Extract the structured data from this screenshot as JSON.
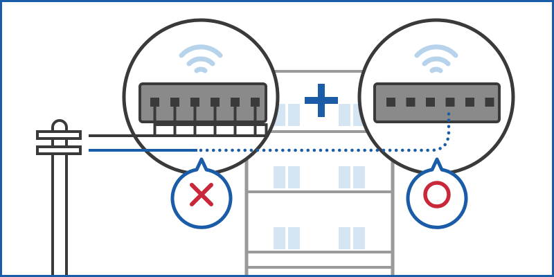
{
  "diagram": {
    "left_verdict_symbol": "✕",
    "right_verdict_symbol": "○",
    "plus_symbol": "+",
    "left_port_count": 6,
    "right_port_count": 6,
    "left_ports_wired": 6,
    "right_port_wired_index": 4
  },
  "colors": {
    "frame_border": "#1a5ca8",
    "dark_line": "#3a3a3a",
    "blue_line": "#1a5ca8",
    "wifi": "#b7d3ec",
    "router_body": "#8a8a8a",
    "port": "#3a3a3a",
    "building_line": "#9a9a9a",
    "window": "#d5e5f4",
    "cross": "#c8283a",
    "circle_mark": "#c8283a",
    "plus": "#1a5ca8"
  },
  "icons": {
    "wifi_left": "wifi-icon",
    "wifi_right": "wifi-icon",
    "wrong": "cross-icon",
    "correct": "circle-check-icon"
  }
}
